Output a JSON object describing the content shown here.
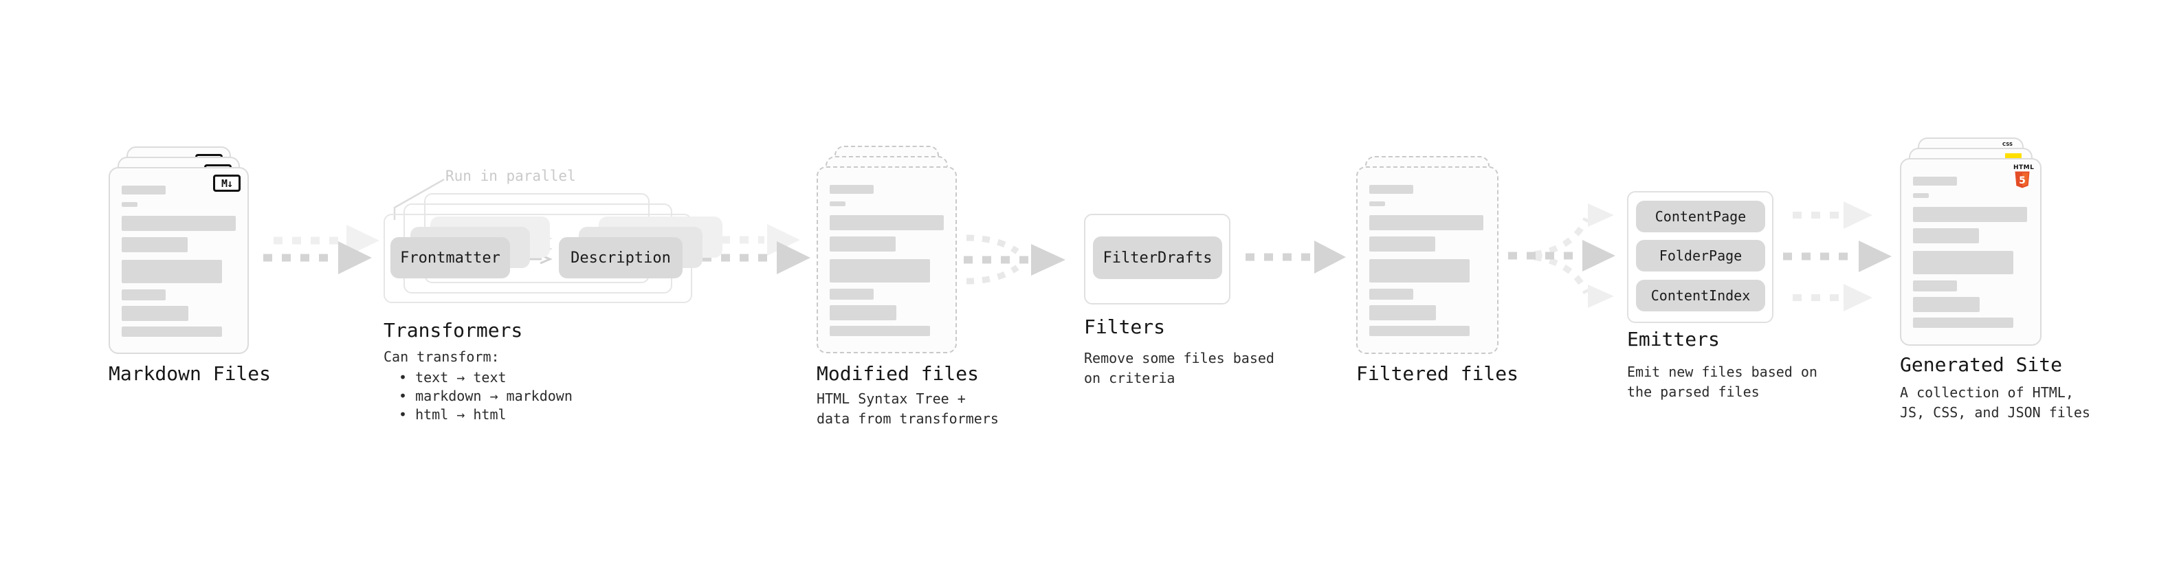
{
  "colors": {
    "pill_bg": "#d9d9d9",
    "arrow_main": "#d4d4d4",
    "arrow_light": "#ececec",
    "annotation_text": "#c9c9c9",
    "html5_orange": "#e44d26",
    "html5_orange_light": "#f16529",
    "js_yellow": "#ffdf00",
    "css_blue": "#2862e9"
  },
  "stages": {
    "markdown_files": {
      "label": "Markdown Files",
      "file_icon_text": "M↓"
    },
    "transformers": {
      "label": "Transformers",
      "annotation": "Run in parallel",
      "pills": [
        "Frontmatter",
        "Description"
      ],
      "note_title": "Can transform:",
      "bullets": [
        "text → text",
        "markdown → markdown",
        "html → html"
      ]
    },
    "modified_files": {
      "label": "Modified files",
      "note": "HTML Syntax Tree +\ndata from transformers"
    },
    "filters": {
      "label": "Filters",
      "pills": [
        "FilterDrafts"
      ],
      "note": "Remove some files based\non criteria"
    },
    "filtered_files": {
      "label": "Filtered files"
    },
    "emitters": {
      "label": "Emitters",
      "pills": [
        "ContentPage",
        "FolderPage",
        "ContentIndex"
      ],
      "note": "Emit new files based on\nthe parsed files"
    },
    "generated_site": {
      "label": "Generated Site",
      "note": "A collection of HTML,\nJS, CSS, and JSON files",
      "css_badge_text": "CSS",
      "html_badge_text": "HTML",
      "html_badge_number": "5"
    }
  }
}
